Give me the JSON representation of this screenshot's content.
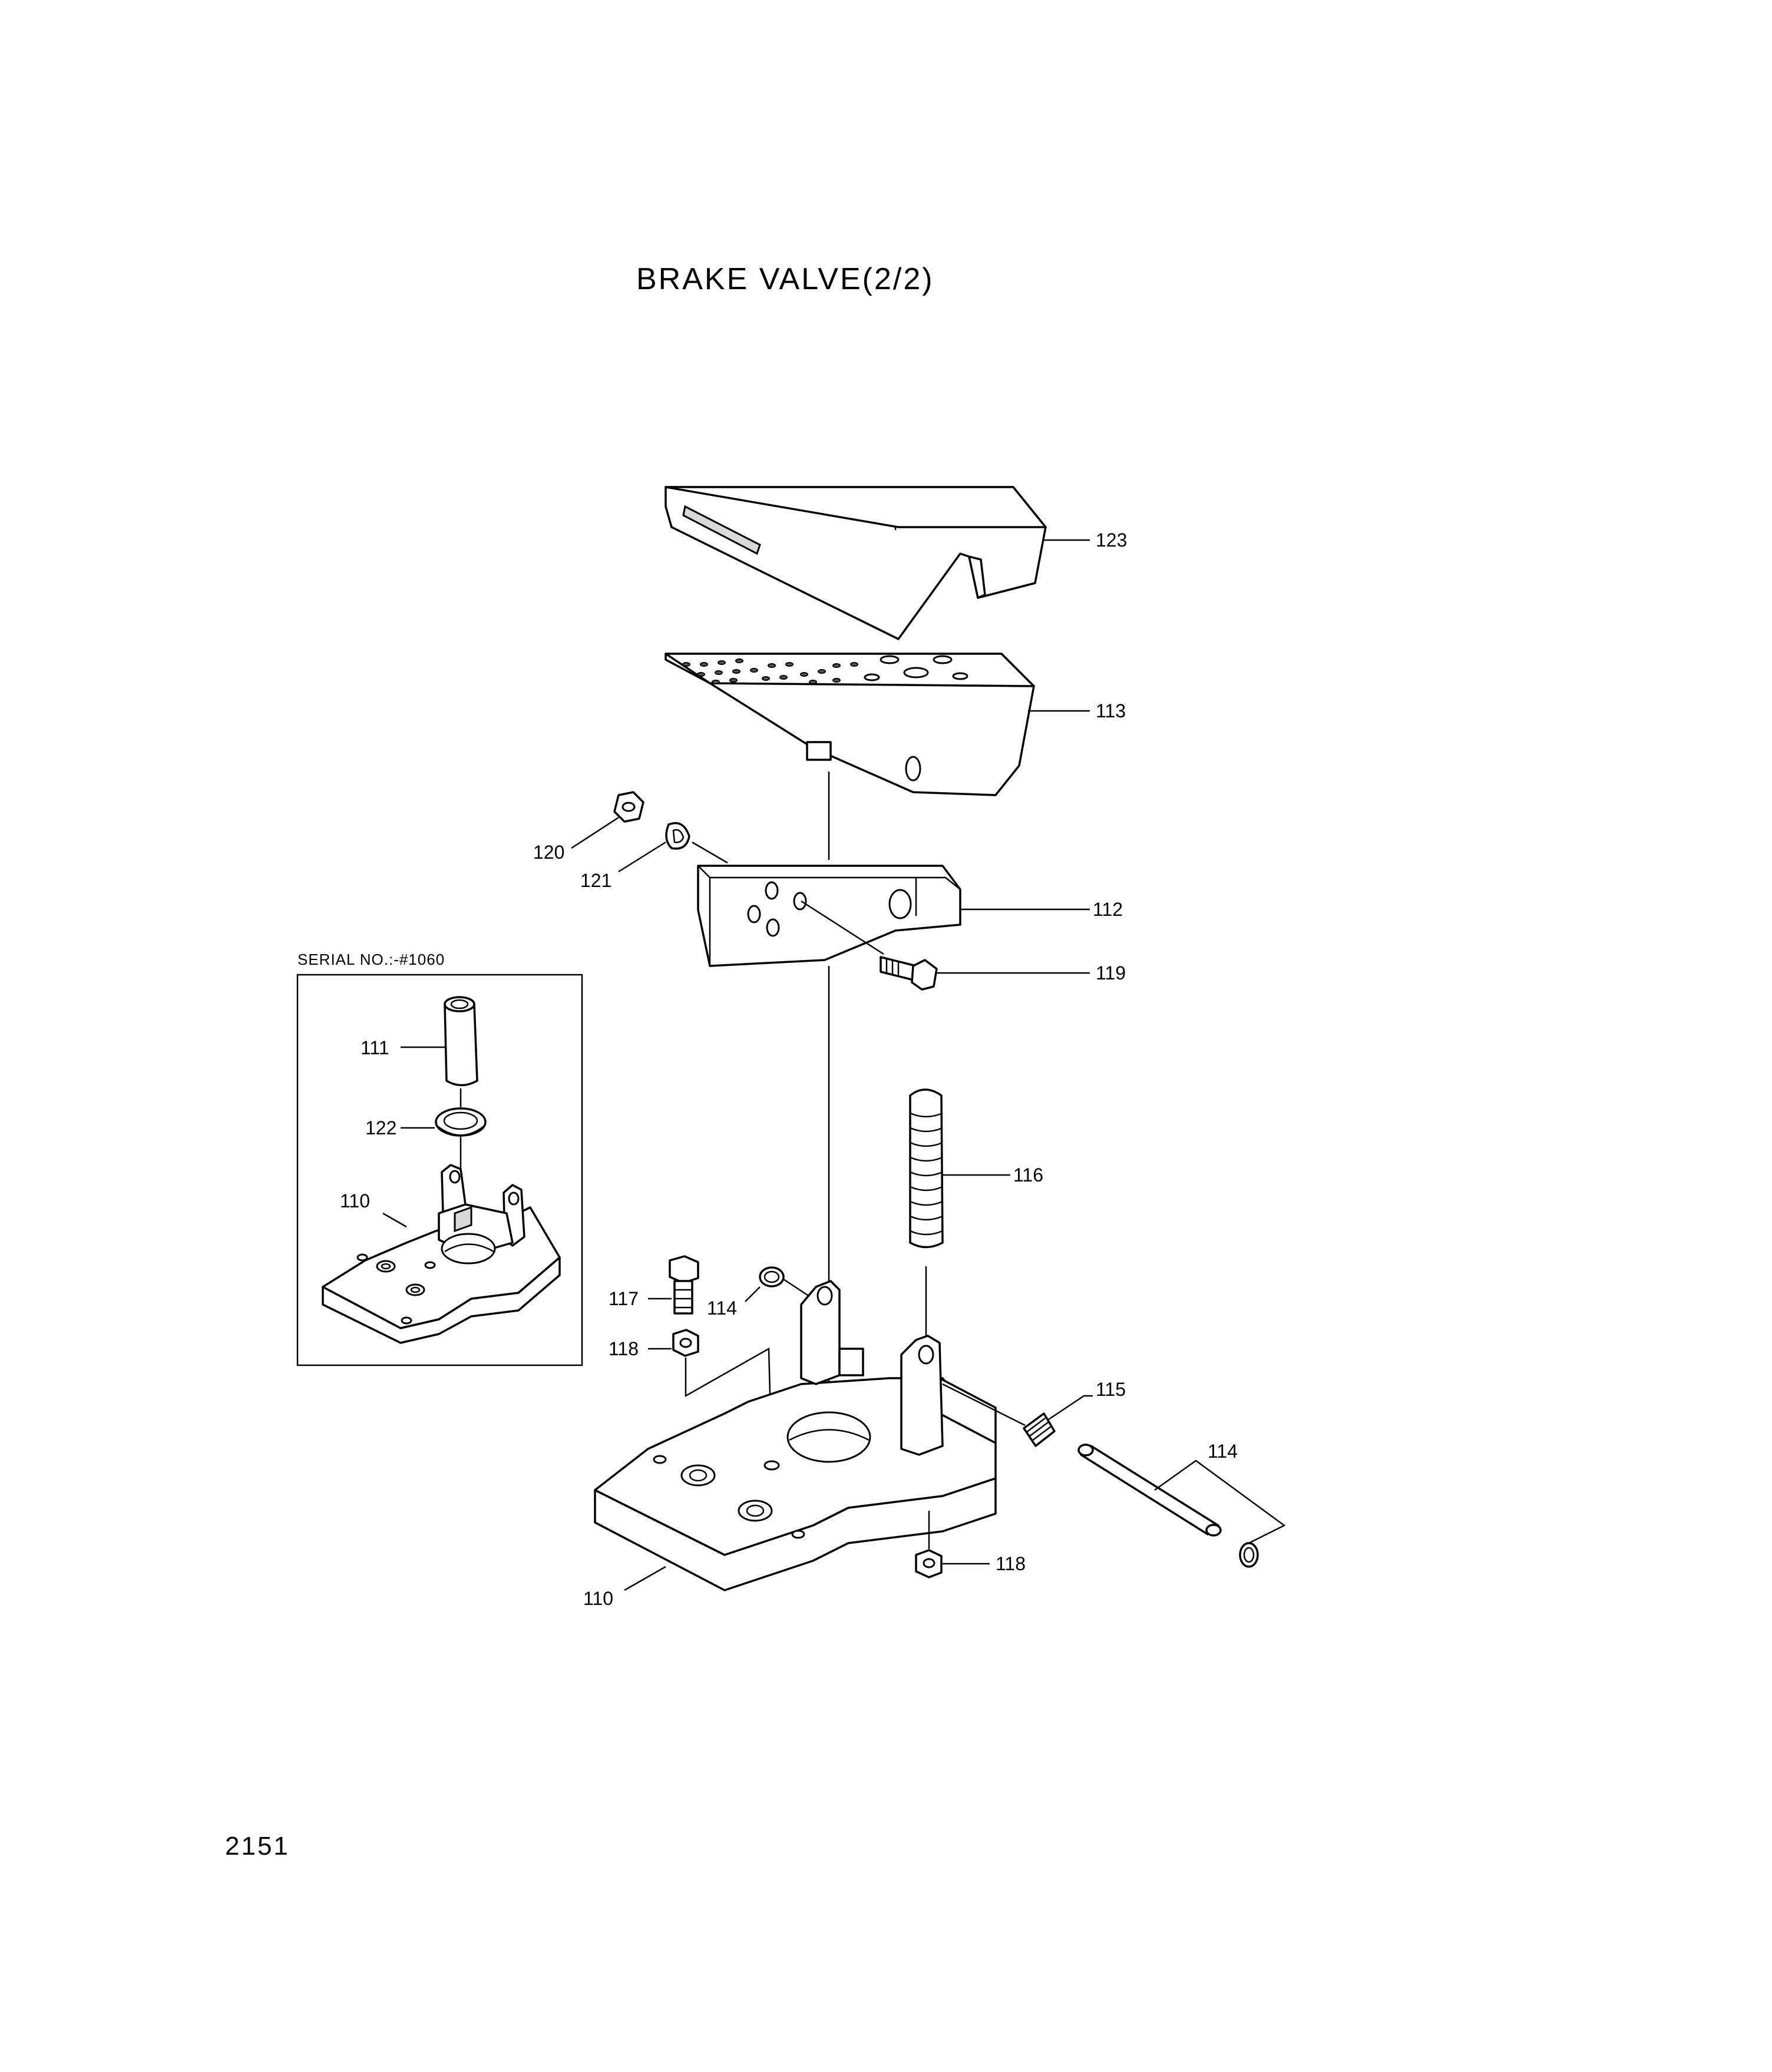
{
  "title": "BRAKE VALVE(2/2)",
  "page_number": "2151",
  "inset": {
    "caption": "SERIAL NO.:-#1060"
  },
  "callouts": {
    "c123": "123",
    "c113": "113",
    "c120": "120",
    "c121": "121",
    "c112": "112",
    "c119": "119",
    "c116": "116",
    "c117": "117",
    "c114a": "114",
    "c118a": "118",
    "c115": "115",
    "c114b": "114",
    "c118b": "118",
    "c110": "110",
    "inset111": "111",
    "inset122": "122",
    "inset110": "110"
  }
}
